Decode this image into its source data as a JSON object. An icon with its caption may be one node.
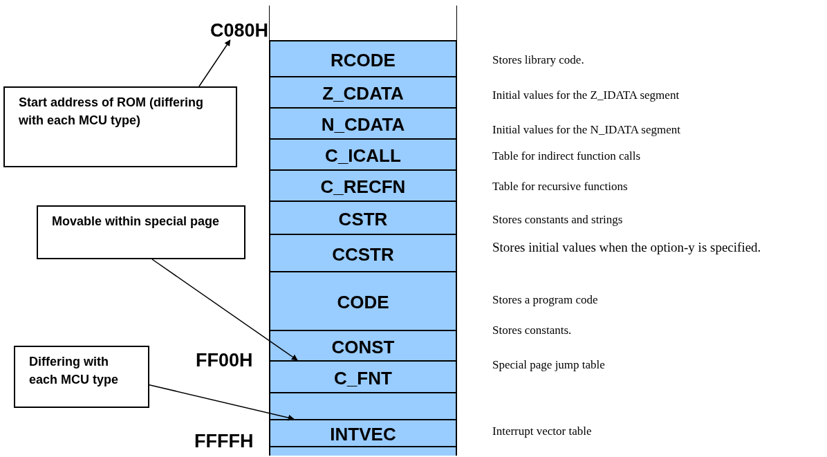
{
  "diagram": {
    "nodes": [
      {
        "text": [
          "Start address of ROM (differing with each MCU type)"
        ]
      },
      {
        "text": [
          "C080H"
        ]
      },
      {
        "text": [
          "Movable within special page"
        ]
      },
      {
        "text": [
          "Differing with each MCU type"
        ]
      },
      {
        "text": [
          "RCODE"
        ],
        "beside": [
          "Stores library code."
        ]
      },
      {
        "text": [
          "Z_CDATA"
        ],
        "beside": [
          "Initial values for the Z_IDATA segment"
        ]
      },
      {
        "text": [
          "N_CDATA"
        ],
        "beside": [
          "Initial values for the N_IDATA segment"
        ]
      },
      {
        "text": [
          "C_ICALL"
        ],
        "beside": [
          "Table for indirect function calls"
        ]
      },
      {
        "text": [
          "C_RECFN"
        ],
        "beside": [
          "Table for recursive functions"
        ]
      },
      {
        "text": [
          "CSTR"
        ],
        "beside": [
          "Stores constants and strings"
        ]
      },
      {
        "text": [
          "CCSTR"
        ],
        "beside": [
          "Stores initial values when the option-y is specified."
        ]
      },
      {
        "text": [
          "CODE"
        ],
        "beside": [
          "Stores a program code"
        ]
      },
      {
        "text": [
          "CONST"
        ],
        "beside": [
          "Stores constants."
        ]
      },
      {
        "text": [
          "C_FNT"
        ],
        "beside": [
          "Special page jump table"
        ]
      },
      {
        "text": [],
        "shape": "box"
      },
      {
        "text": [
          "INTVEC"
        ],
        "beside": [
          "Interrupt vector table"
        ]
      },
      {
        "text": [],
        "shape": "box"
      },
      {
        "text": [],
        "shape": "box"
      }
    ],
    "edges": [
      {
        "from": 0,
        "to": 1,
        "arrow": "to"
      },
      {
        "from": 2,
        "to": 12,
        "arrow": "to"
      },
      {
        "from": 3,
        "to": 16,
        "arrow": "to"
      }
    ],
    "labels": [
      "FF00H",
      "FFFFH"
    ]
  }
}
